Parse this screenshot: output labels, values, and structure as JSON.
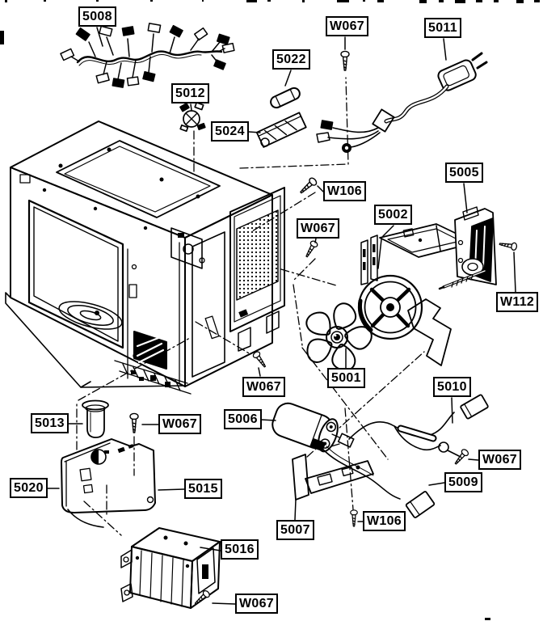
{
  "page": {
    "background": "#ffffff",
    "ink": "#000000"
  },
  "callouts": [
    {
      "text": "5008"
    },
    {
      "text": "W067"
    },
    {
      "text": "5011"
    },
    {
      "text": "5022"
    },
    {
      "text": "5012"
    },
    {
      "text": "5024"
    },
    {
      "text": "5005"
    },
    {
      "text": "W106"
    },
    {
      "text": "5002"
    },
    {
      "text": "W067"
    },
    {
      "text": "W112"
    },
    {
      "text": "5001"
    },
    {
      "text": "W067"
    },
    {
      "text": "5010"
    },
    {
      "text": "5013"
    },
    {
      "text": "W067"
    },
    {
      "text": "5006"
    },
    {
      "text": "W067"
    },
    {
      "text": "5009"
    },
    {
      "text": "5020"
    },
    {
      "text": "5015"
    },
    {
      "text": "5007"
    },
    {
      "text": "W106"
    },
    {
      "text": "5016"
    },
    {
      "text": "W067"
    }
  ]
}
